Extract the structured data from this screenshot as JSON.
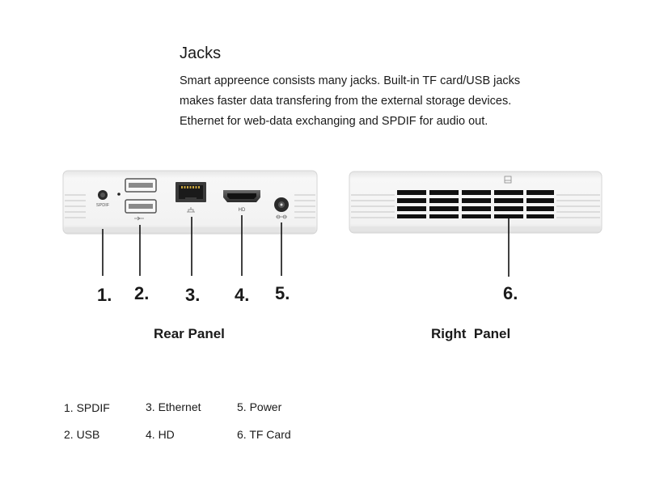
{
  "header": {
    "title": "Jacks",
    "description_lines": [
      "Smart appreence consists many jacks. Built-in TF card/USB jacks",
      "makes faster data transfering from the external storage devices.",
      "Ethernet for web-data exchanging and SPDIF for audio out."
    ]
  },
  "rear_panel": {
    "label": "Rear Panel",
    "port_labels": {
      "spdif": "SPDIF",
      "hd": "HD"
    },
    "numbers": [
      "1.",
      "2.",
      "3.",
      "4.",
      "5."
    ]
  },
  "right_panel": {
    "label": "Right  Panel",
    "numbers": [
      "6."
    ]
  },
  "legend": {
    "items": [
      "1. SPDIF",
      "2. USB",
      "3. Ethernet",
      "4. HD",
      "5. Power",
      "6. TF Card"
    ]
  },
  "colors": {
    "device_body": "#f4f4f4",
    "device_edge": "#d8d8d8",
    "vent": "#111111",
    "leader_line": "#111111"
  }
}
